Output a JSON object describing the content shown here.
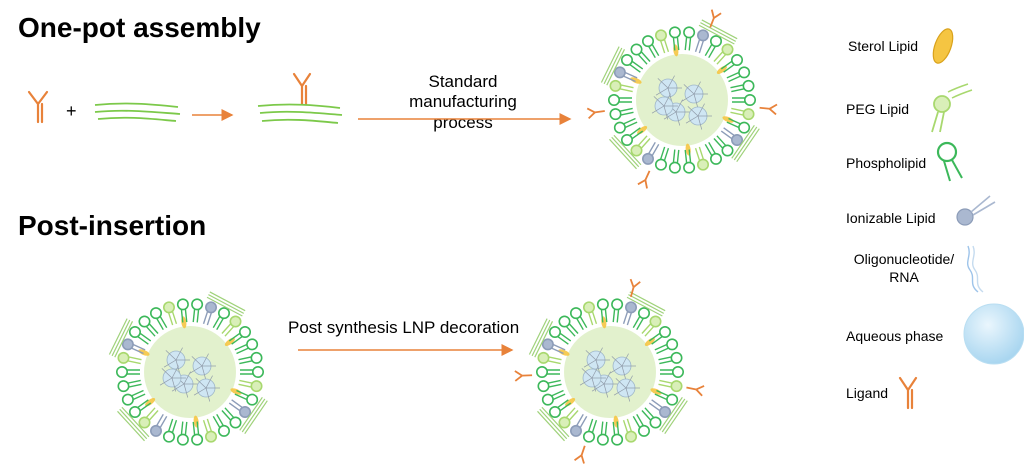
{
  "headings": {
    "one_pot": "One-pot assembly",
    "post_insertion": "Post-insertion"
  },
  "process_labels": {
    "plus": "+",
    "standard_line1": "Standard",
    "standard_line2": "manufacturing",
    "standard_line3": "process",
    "post_synthesis": "Post synthesis LNP decoration"
  },
  "legend": {
    "sterol_lipid": "Sterol Lipid",
    "peg_lipid": "PEG Lipid",
    "phospholipid": "Phospholipid",
    "ionizable_lipid": "Ionizable Lipid",
    "oligonucleotide_line1": "Oligonucleotide/",
    "oligonucleotide_line2": "RNA",
    "aqueous_phase": "Aqueous phase",
    "ligand": "Ligand"
  },
  "colors": {
    "sterol": "#f5c542",
    "sterol_text": "#c9960c",
    "peg": "#a8d86e",
    "peg_text": "#9fd27a",
    "phospholipid": "#3cb85a",
    "phospholipid_text": "#2f7d1f",
    "ionizable": "#aab8d0",
    "ionizable_text": "#8c9cb8",
    "oligo_text": "#2a6fc0",
    "aqueous": "#c7e6f7",
    "aqueous_text": "#b7c7de",
    "ligand": "#e8823a",
    "ligand_text": "#f0a878",
    "arrow": "#e8823a"
  }
}
